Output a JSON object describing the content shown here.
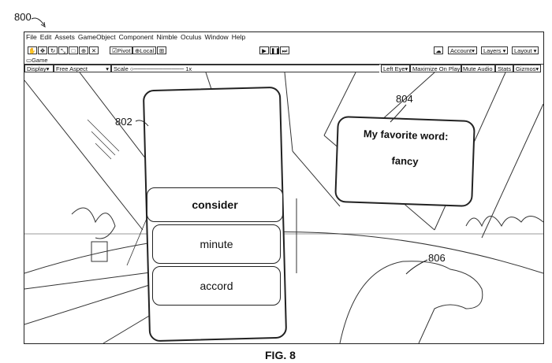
{
  "figure": {
    "ref": "800",
    "caption": "FIG. 8",
    "labels": {
      "left_panel": "802",
      "right_panel": "804",
      "hand": "806"
    }
  },
  "menu": [
    "File",
    "Edit",
    "Assets",
    "GameObject",
    "Component",
    "Nimble",
    "Oculus",
    "Window",
    "Help"
  ],
  "toolbar": {
    "pivot": "Pivot",
    "local": "Local",
    "account": "Account",
    "layers": "Layers",
    "layout": "Layout"
  },
  "game_tab": "Game",
  "game_toolbar": {
    "display": "Display",
    "aspect": "Free Aspect",
    "scale_label": "Scale",
    "scale_value": "1x",
    "eye": "Left Eye",
    "maximize": "Maximize On Play",
    "mute": "Mute Audio",
    "stats": "Stats",
    "gizmos": "Gizmos"
  },
  "word_panel": {
    "options": [
      "consider",
      "minute",
      "accord"
    ],
    "selected": "consider"
  },
  "favorite_panel": {
    "title": "My favorite word:",
    "word": "fancy"
  }
}
